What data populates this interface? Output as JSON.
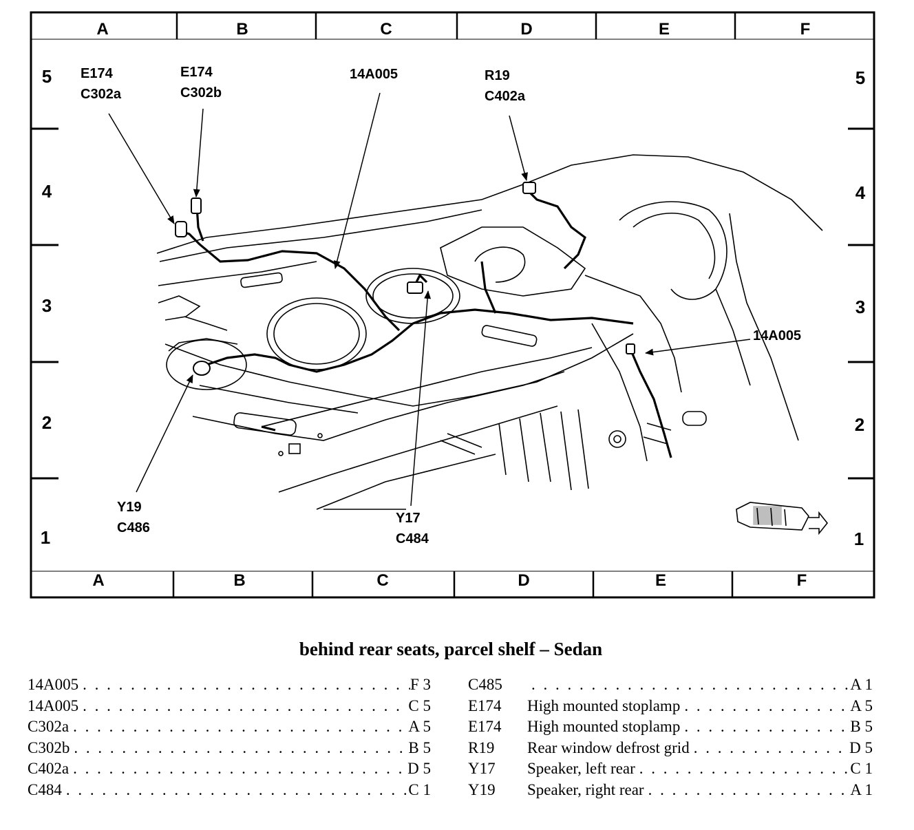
{
  "grid": {
    "columns": [
      "A",
      "B",
      "C",
      "D",
      "E",
      "F"
    ],
    "rows": [
      "5",
      "4",
      "3",
      "2",
      "1"
    ]
  },
  "callouts": {
    "e174_a": [
      "E174",
      "C302a"
    ],
    "e174_b": [
      "E174",
      "C302b"
    ],
    "harness_top": [
      "14A005"
    ],
    "r19": [
      "R19",
      "C402a"
    ],
    "harness_right": [
      "14A005"
    ],
    "y19": [
      "Y19",
      "C486"
    ],
    "y17": [
      "Y17",
      "C484"
    ]
  },
  "caption": "behind rear seats, parcel shelf – Sedan",
  "legend_left": [
    {
      "code": "14A005",
      "location": "F 3"
    },
    {
      "code": "14A005",
      "location": "C 5"
    },
    {
      "code": "C302a",
      "location": "A 5"
    },
    {
      "code": "C302b",
      "location": "B 5"
    },
    {
      "code": "C402a",
      "location": "D 5"
    },
    {
      "code": "C484",
      "location": "C 1"
    }
  ],
  "legend_right": [
    {
      "code": "C485",
      "desc": "",
      "location": "A 1"
    },
    {
      "code": "E174",
      "desc": "High mounted stoplamp",
      "location": "A 5"
    },
    {
      "code": "E174",
      "desc": "High mounted stoplamp",
      "location": "B 5"
    },
    {
      "code": "R19",
      "desc": "Rear window defrost grid",
      "location": "D 5"
    },
    {
      "code": "Y17",
      "desc": "Speaker, left rear",
      "location": "C 1"
    },
    {
      "code": "Y19",
      "desc": "Speaker, right rear",
      "location": "A 1"
    }
  ]
}
